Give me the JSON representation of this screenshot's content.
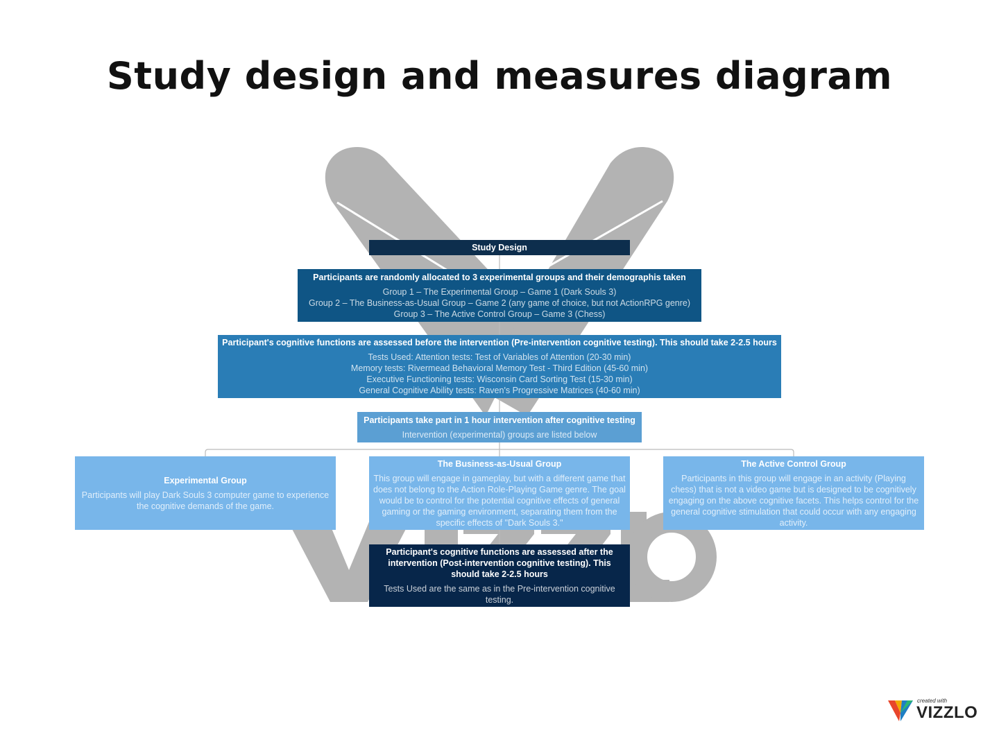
{
  "title": "Study design and measures diagram",
  "watermark": {
    "text": "VIZZLO"
  },
  "nodes": {
    "study_design": {
      "head": "Study Design"
    },
    "allocation": {
      "head": "Participants are randomly allocated to 3 experimental groups and their demographis taken",
      "lines": [
        "Group 1 – The Experimental Group – Game 1 (Dark Souls 3)",
        "Group 2 – The Business-as-Usual Group – Game 2 (any game of choice, but not ActionRPG genre)",
        "Group 3 – The Active Control Group – Game 3 (Chess)"
      ]
    },
    "pre_testing": {
      "head": "Participant's cognitive functions are assessed before the intervention (Pre-intervention cognitive testing). This should take 2-2.5 hours",
      "lines": [
        "Tests Used: Attention tests: Test of Variables of Attention (20-30 min)",
        "Memory tests: Rivermead Behavioral Memory Test - Third Edition (45-60 min)",
        "Executive Functioning tests: Wisconsin Card Sorting Test (15-30 min)",
        "General Cognitive Ability tests: Raven's Progressive Matrices (40-60 min)"
      ]
    },
    "intervention": {
      "head": "Participants take part in 1 hour intervention after cognitive testing",
      "lines": [
        "Intervention (experimental) groups are listed below"
      ]
    },
    "experimental": {
      "head": "Experimental Group",
      "lines": [
        "Participants will play Dark Souls 3 computer game to experience the cognitive demands of the game."
      ]
    },
    "business": {
      "head": "The Business-as-Usual Group",
      "lines": [
        "This group will engage in gameplay, but with a different game that does not belong to the Action Role-Playing Game genre. The goal would be to control for the potential cognitive effects of general gaming or the gaming environment, separating them from the specific effects of \"Dark Souls 3.\""
      ]
    },
    "active_control": {
      "head": "The Active Control Group",
      "lines": [
        "Participants in this group will engage in an activity (Playing chess) that is not a video game but is designed to be cognitively engaging on the above cognitive facets. This helps control for the general cognitive stimulation that could occur with any engaging activity."
      ]
    },
    "post_testing": {
      "head": "Participant's cognitive functions are assessed after the intervention (Post-intervention cognitive testing). This should take 2-2.5 hours",
      "lines": [
        "Tests Used are the same as in the Pre-intervention cognitive testing."
      ]
    }
  },
  "credit": {
    "small": "created with",
    "brand": "VIZZLO"
  },
  "colors": {
    "level1": "#0d2e4d",
    "level2": "#0f5585",
    "level3": "#2a7db6",
    "level4": "#5b9fd3",
    "level5": "#78b6ea",
    "level6": "#07264a",
    "watermark": "#b3b3b3",
    "connector": "#bbbbbb"
  }
}
